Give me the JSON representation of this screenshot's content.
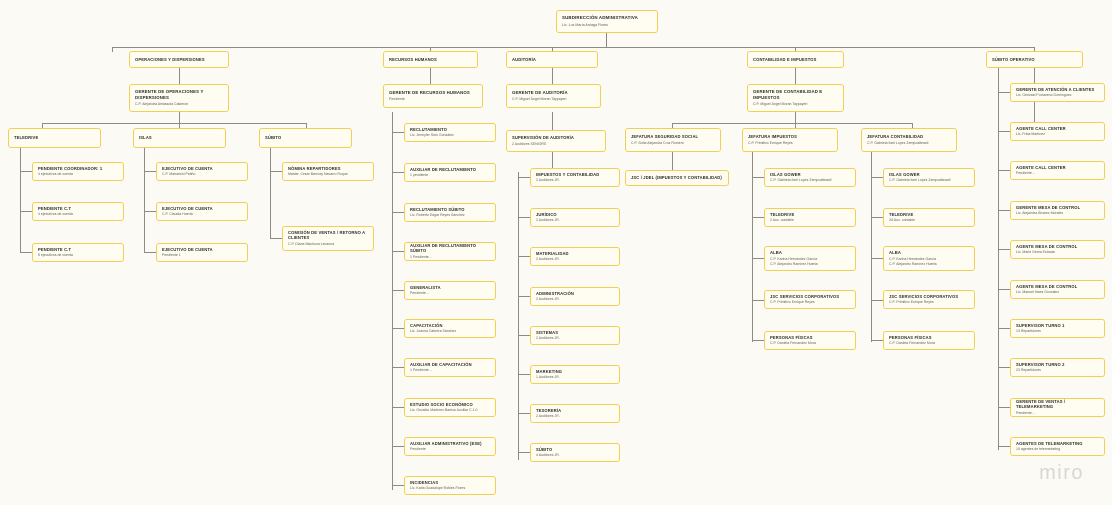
{
  "app": {
    "watermark": "miro",
    "board_title": "Organigrama Subdirección Administrativa"
  },
  "colors": {
    "background": "#fbfaf5",
    "node_fill": "#fffdf2",
    "node_border": "#f0cf55",
    "connector": "#8c8c85",
    "title_text": "#2b2b2b",
    "subtitle_text": "#5d5d5d"
  },
  "root": {
    "title": "SUBDIRECCIÓN ADMINISTRATIVA",
    "subtitle": "Lic. Luz María Arriaga Flores"
  },
  "divisions": [
    {
      "title": "OPERACIONES Y DISPERSIONES",
      "subtitle": ""
    },
    {
      "title": "RECURSOS HUMANOS",
      "subtitle": ""
    },
    {
      "title": "AUDITORÍA",
      "subtitle": ""
    },
    {
      "title": "CONTABILIDAD E IMPUESTOS",
      "subtitle": ""
    },
    {
      "title": "SÚBITO OPERATIVO",
      "subtitle": ""
    }
  ],
  "managers": [
    {
      "title": "GERENTE DE OPERACIONES Y DISPERSIONES",
      "subtitle": "C.P. Alejandra Amassola Calderón"
    },
    {
      "title": "GERENTE DE RECURSOS HUMANOS",
      "subtitle": "Pendiente"
    },
    {
      "title": "GERENTE DE AUDITORÍA",
      "subtitle": "C.P. Miguel Ángel Moran Taypayeri"
    },
    {
      "title": "GERENTE DE CONTABILIDAD E IMPUESTOS",
      "subtitle": "C.P. Miguel Ángel Moran Taypayeri"
    }
  ],
  "operaciones": {
    "groups": [
      {
        "title": "TELEDRIVE",
        "subtitle": "",
        "children": [
          {
            "title": "Pendiente Coordinador: 1",
            "subtitle": "4 ejecutivos de cuenta"
          },
          {
            "title": "Pendiente C.T",
            "subtitle": "4 ejecutivos de cuenta"
          },
          {
            "title": "Pendiente C.T",
            "subtitle": "5 ejecutivos de cuenta"
          }
        ]
      },
      {
        "title": "ISLAS",
        "subtitle": "",
        "children": [
          {
            "title": "EJECUTIVO DE CUENTA",
            "subtitle": "C.P. Maharishi Patiño"
          },
          {
            "title": "EJECUTIVO DE CUENTA",
            "subtitle": "C.P. Claudia Huerta"
          },
          {
            "title": "EJECUTIVO DE CUENTA",
            "subtitle": "Pendiente 1"
          }
        ]
      },
      {
        "title": "SÚBITO",
        "subtitle": "",
        "children": [
          {
            "title": "NÓMINA REPARTIDORES",
            "subtitle": "Master. Cesar Barrody Navarro Roque"
          },
          {
            "title": "COMISIÓN DE VENTAS / RETORNO A CLIENTES",
            "subtitle": "C.P. Diana Machuca Lecanna"
          }
        ]
      }
    ]
  },
  "recursos_humanos": {
    "children": [
      {
        "title": "RECLUTAMIENTO",
        "subtitle": "Lic. Jennyfer Soto González"
      },
      {
        "title": "AUXILIAR DE RECLUTAMIENTO",
        "subtitle": "1 pendiente"
      },
      {
        "title": "RECLUTAMIENTO SÚBITO",
        "subtitle": "Lic. Roberto Edgar Reyes Sánchez"
      },
      {
        "title": "AUXILIAR DE RECLUTAMIENTO SÚBITO",
        "subtitle": "1 Pendiente..."
      },
      {
        "title": "GENERALISTA",
        "subtitle": "Pendiente..."
      },
      {
        "title": "CAPACITACIÓN",
        "subtitle": "Lic. Joanna Cabrera Sánchez"
      },
      {
        "title": "AUXILIAR DE CAPACITACIÓN",
        "subtitle": "1 Pendiente..."
      },
      {
        "title": "ESTUDIO SOCIO ECONÓMICO",
        "subtitle": "Lic. Osvaldo Martínez Barrios Auxiliar C.1.0"
      },
      {
        "title": "AUXILIAR ADMINISTRATIVO (ESE)",
        "subtitle": "Pendiente"
      },
      {
        "title": "INCIDENCIAS",
        "subtitle": "Lic. Karla Guadalupe Robles Flores"
      }
    ]
  },
  "auditoria": {
    "supervision": {
      "title": "SUPERVISIÓN DE AUDITORÍA",
      "subtitle": "2 Auditores SENIORS"
    },
    "children": [
      {
        "title": "IMPUESTOS Y CONTABILIDAD",
        "subtitle": "2 Auditores JR."
      },
      {
        "title": "JURÍDICO",
        "subtitle": "2 Auditores JR."
      },
      {
        "title": "MATERIALIDAD",
        "subtitle": "2 Auditores JR."
      },
      {
        "title": "ADMINISTRACIÓN",
        "subtitle": "2 Auditores JR."
      },
      {
        "title": "SISTEMAS",
        "subtitle": "2 Auditores JR."
      },
      {
        "title": "MARKETING",
        "subtitle": "1 Auditores JR."
      },
      {
        "title": "TESORERÍA",
        "subtitle": "2 Auditores JR."
      },
      {
        "title": "SÚBITO",
        "subtitle": "4 Auditores JR."
      }
    ]
  },
  "contabilidad": {
    "jefaturas": [
      {
        "title": "JEFATURA SEGURIDAD SOCIAL",
        "subtitle": "C.P. Sofía Alejandra Cruz Romero",
        "children": [
          {
            "title": "JSC / JDEL (IMPUESTOS Y CONTABILIDAD)",
            "subtitle": ""
          }
        ]
      },
      {
        "title": "JEFATURA IMPUESTOS",
        "subtitle": "C.P. Primitivo Enrique Reyes",
        "children": [
          {
            "title": "ISLAS GOWER",
            "subtitle": "C.P. Gabriela Itzel Lopez Zempoalteactl"
          },
          {
            "title": "TELEDRIVE",
            "subtitle": "2 Aux. contable"
          },
          {
            "title": "ALBA",
            "subtitle": "C.P. Karina Hernández García\nC.P. Alejandro Ramírez Huerta"
          },
          {
            "title": "JSC SERVICIOS CORPORATIVOS",
            "subtitle": "C.P. Primitivo Enrique Reyes"
          },
          {
            "title": "PERSONAS FÍSICAS",
            "subtitle": "C.P. Daniela Fernandez Mora"
          }
        ]
      },
      {
        "title": "JEFATURA CONTABILIDAD",
        "subtitle": "C.P. Gabriela Itzel Lopez Zempoalteactl",
        "children": [
          {
            "title": "ISLAS GOWER",
            "subtitle": "C.P. Gabriela Itzel Lopez Zempoalteactl"
          },
          {
            "title": "TELEDRIVE",
            "subtitle": "2A Aux. contable"
          },
          {
            "title": "ALBA",
            "subtitle": "C.P. Karina Hernández García\nC.P. Alejandro Ramírez Huerta"
          },
          {
            "title": "JSC SERVICIOS CORPORATIVOS",
            "subtitle": "C.P. Primitivo Enrique Reyes"
          },
          {
            "title": "PERSONAS FÍSICAS",
            "subtitle": "C.P. Daniela Fernandez Mora"
          }
        ]
      }
    ]
  },
  "subito_operativo": {
    "children": [
      {
        "title": "GERENTE DE ATENCIÓN A CLIENTES",
        "subtitle": "Lic. Gerizaid Pumareno Domínguez"
      },
      {
        "title": "AGENTE CALL CENTER",
        "subtitle": "Lic. Frida Martínez"
      },
      {
        "title": "AGENTE CALL CENTER",
        "subtitle": "Pendiente..."
      },
      {
        "title": "GERENTE MESA DE CONTROL",
        "subtitle": "Lic. Alejandra Álvarez Morales"
      },
      {
        "title": "AGENTE MESA DE CONTROL",
        "subtitle": "Lic. Marie Gema Estrada"
      },
      {
        "title": "AGENTE MESA DE CONTROL",
        "subtitle": "Lic. Manuel Haea Gonzalez"
      },
      {
        "title": "SUPERVISOR TURNO 1",
        "subtitle": "13 Repartidores"
      },
      {
        "title": "SUPERVISOR TURNO 2",
        "subtitle": "23 Repartidores"
      },
      {
        "title": "GERENTE DE VENTAS / TELEMARKETING",
        "subtitle": "Pendiente..."
      },
      {
        "title": "AGENTES DE TELEMARKETING",
        "subtitle": "10 agentes de telemarketing"
      }
    ]
  }
}
